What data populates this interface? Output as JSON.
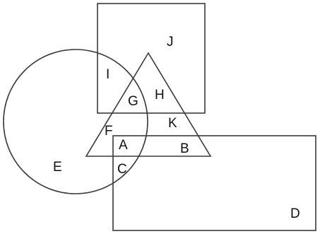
{
  "labels": {
    "J": "J",
    "I": "I",
    "G": "G",
    "H": "H",
    "F": "F",
    "K": "K",
    "A": "A",
    "B": "B",
    "E": "E",
    "C": "C",
    "D": "D"
  },
  "colors": {
    "stroke": "#3a3a3a",
    "text": "#111111",
    "background": "#ffffff"
  }
}
